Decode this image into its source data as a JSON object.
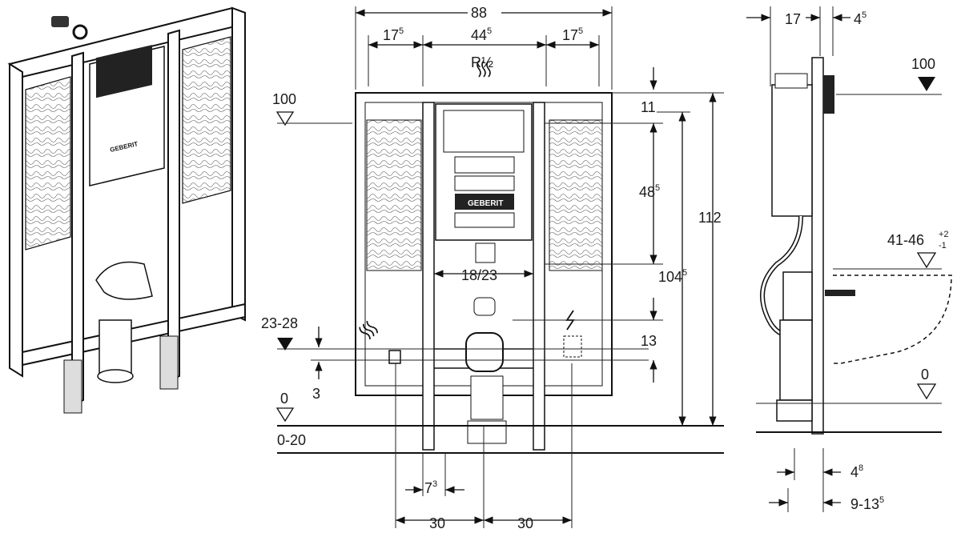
{
  "brand": "GEBERIT",
  "front": {
    "width_total": "88",
    "left_offset": "17",
    "left_offset_sup": "5",
    "center_width": "44",
    "center_width_sup": "5",
    "right_offset": "17",
    "right_offset_sup": "5",
    "supply_label": "R½",
    "top_gap": "11",
    "height_cistern": "48",
    "height_cistern_sup": "5",
    "height_frame_inner": "104",
    "height_frame_inner_sup": "5",
    "height_total": "112",
    "bolt_spacing": "18/23",
    "drain_gap": "13",
    "level_left_top": "100",
    "level_left_mid": "23-28",
    "level_left_small": "3",
    "level_floor": "0",
    "floor_range": "0-20",
    "leg_spacing": "7",
    "leg_spacing_sup": "3",
    "center_left": "30",
    "center_right": "30"
  },
  "side": {
    "depth": "17",
    "thickness": "4",
    "thickness_sup": "5",
    "level_top": "100",
    "seat_height": "41-46",
    "seat_tol_plus": "+2",
    "seat_tol_minus": "-1",
    "level_floor": "0",
    "bottom_small": "4",
    "bottom_small_sup": "8",
    "bottom_range": "9-13",
    "bottom_range_sup": "5"
  },
  "icons": [
    "hot-water-icon",
    "electric-icon"
  ]
}
